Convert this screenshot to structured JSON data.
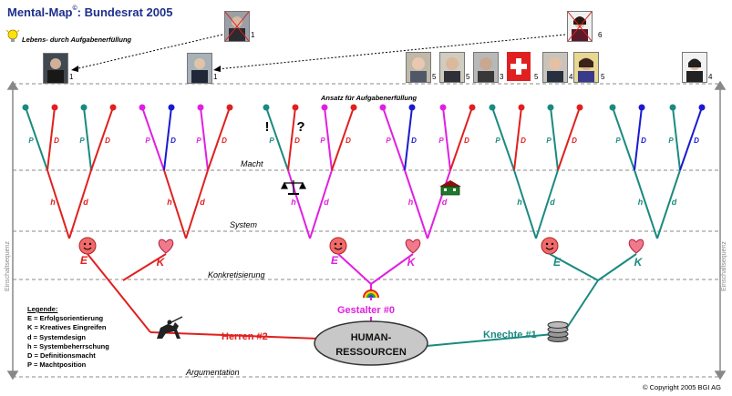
{
  "header": {
    "title": "Mental-Map",
    "title_mark": "©",
    "title_rest": ": Bundesrat 2005",
    "subtitle": "Lebens- durch Aufgabenerfüllung"
  },
  "portraits": [
    {
      "id": "p-top-crossed",
      "num": "1"
    },
    {
      "id": "p-top-left",
      "num": "1"
    },
    {
      "id": "p-left-mid",
      "num": "1"
    },
    {
      "id": "p-top-right-crossed",
      "num": "6"
    },
    {
      "id": "p-r1",
      "num": "5"
    },
    {
      "id": "p-r2",
      "num": "5"
    },
    {
      "id": "p-r3",
      "num": "3"
    },
    {
      "id": "p-swiss",
      "num": "5"
    },
    {
      "id": "p-r5",
      "num": "4"
    },
    {
      "id": "p-r6",
      "num": "5"
    },
    {
      "id": "p-far-right",
      "num": "4"
    }
  ],
  "levels": {
    "top": "Ansatz für Aufgabenerfüllung",
    "macht": "Macht",
    "system": "System",
    "konkretisierung": "Konkretisierung",
    "argumentation": "Argumentation",
    "side": "Einschaltsequenz"
  },
  "letters": {
    "p": "P",
    "d": "D",
    "h": "h",
    "dd": "d",
    "e": "E",
    "k": "K",
    "excl": "!",
    "quest": "?"
  },
  "groups": {
    "herren": "Herren #2",
    "gestalter": "Gestalter #0",
    "knechte": "Knechte #1",
    "center_line1": "HUMAN-",
    "center_line2": "RESSOURCEN"
  },
  "legend": {
    "heading": "Legende:",
    "items": [
      "E = Erfolgsorientierung",
      "K = Kreatives Eingreifen",
      "d = Systemdesign",
      "h = Systembeherrschung",
      "D = Definitionsmacht",
      "P = Machtposition"
    ]
  },
  "copyright": "© Copyright 2005 BGI AG",
  "colors": {
    "red": "#e0201e",
    "magenta": "#e020e0",
    "teal": "#1a8a80",
    "blue": "#1a1ad0",
    "navy": "#1d2f8c",
    "dashed": "#888888"
  }
}
